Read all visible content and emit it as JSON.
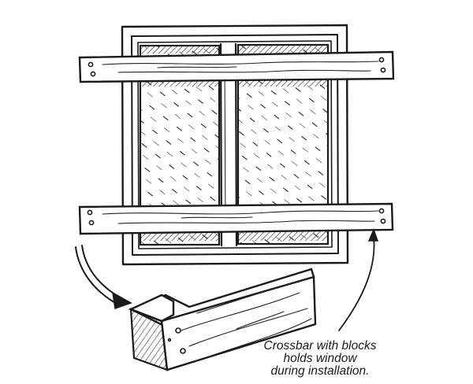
{
  "caption": {
    "line1": "Crossbar with blocks",
    "line2": "holds window",
    "line3": "during installation."
  },
  "colors": {
    "ink": "#1a1a1a",
    "background": "#ffffff"
  },
  "icons": [
    "curved-arrow-icon",
    "pointer-arrow-icon"
  ]
}
